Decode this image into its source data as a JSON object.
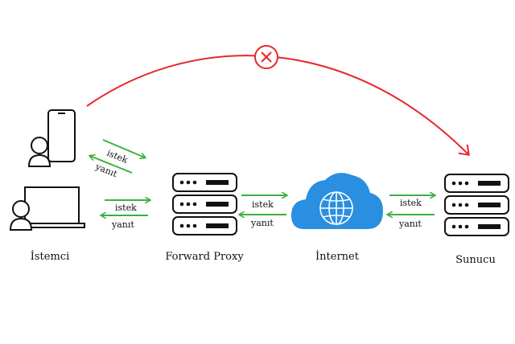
{
  "nodes": {
    "client": {
      "label": "İstemci"
    },
    "proxy": {
      "label": "Forward Proxy"
    },
    "internet": {
      "label": "İnternet"
    },
    "server": {
      "label": "Sunucu"
    }
  },
  "edges": {
    "phone_proxy": {
      "request": "istek",
      "response": "yanıt"
    },
    "laptop_proxy": {
      "request": "istek",
      "response": "yanıt"
    },
    "proxy_internet": {
      "request": "istek",
      "response": "yanıt"
    },
    "internet_server": {
      "request": "istek",
      "response": "yanıt"
    }
  },
  "colors": {
    "arrow": "#3cb043",
    "blocked": "#e8262d",
    "cloud": "#2a8fe0",
    "outline": "#111111"
  }
}
